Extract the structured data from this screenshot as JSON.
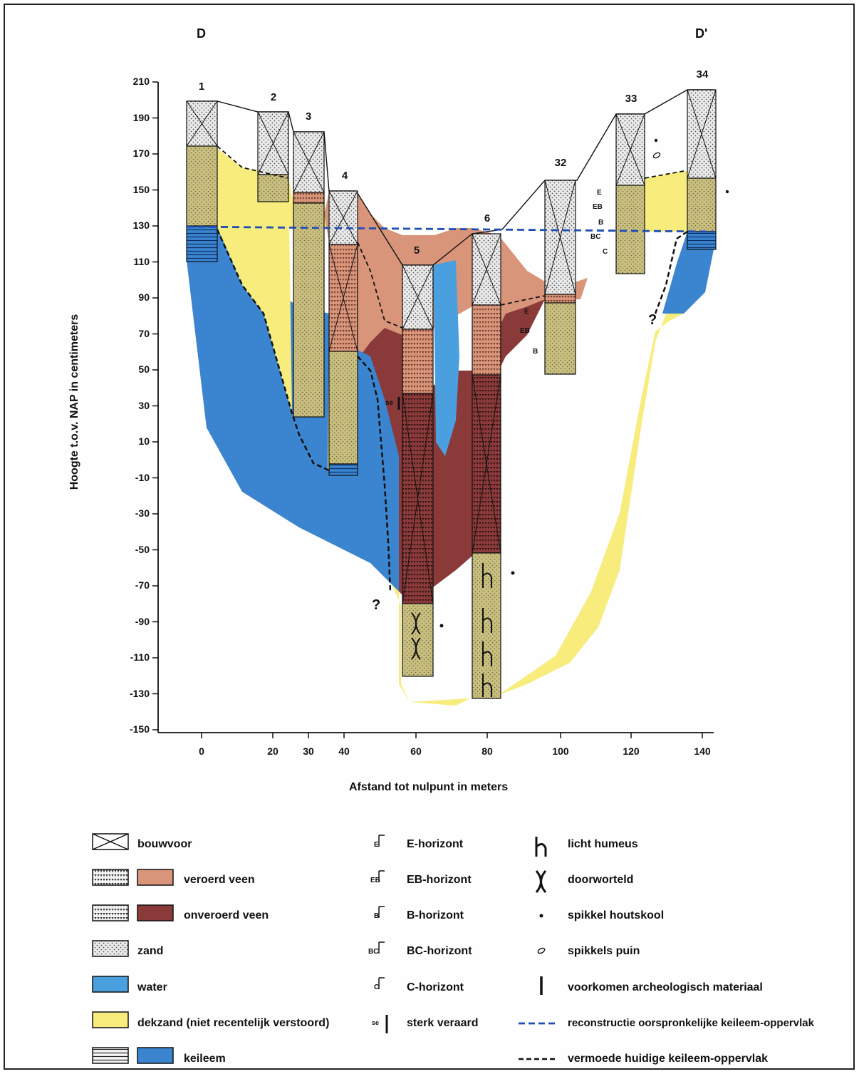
{
  "corner_left": "D",
  "corner_right": "D'",
  "y_axis_label": "Hoogte t.o.v. NAP in centimeters",
  "x_axis_label": "Afstand tot nulpunt in meters",
  "y_ticks": [
    "210",
    "190",
    "170",
    "150",
    "130",
    "110",
    "90",
    "70",
    "50",
    "30",
    "10",
    "-10",
    "-30",
    "-50",
    "-70",
    "-90",
    "-110",
    "-130",
    "-150"
  ],
  "x_ticks": [
    "0",
    "20",
    "30",
    "40",
    "60",
    "80",
    "100",
    "120",
    "140"
  ],
  "borehole_numbers": [
    "1",
    "2",
    "3",
    "4",
    "5",
    "6",
    "32",
    "33",
    "34"
  ],
  "profile_horizons": [
    "E",
    "EB",
    "B",
    "BC",
    "C"
  ],
  "horizons_left": [
    "E",
    "EB",
    "B"
  ],
  "question_mark": "?",
  "se_marker": "se",
  "colors": {
    "veen_veraard": "#d9957a",
    "veen_onveraard": "#8b3a3a",
    "zand": "#e8e8e8",
    "water": "#4a9fdf",
    "dekzand": "#f7ec7c",
    "dekzand_col": "#c9bf80",
    "keileem": "#3b84cf",
    "reconstruction_line": "#1f4fb5"
  },
  "legend": {
    "bouwvoor": "bouwvoor",
    "veraard_veen": "veroerd veen",
    "onveraard_veen": "onveroerd veen",
    "zand": "zand",
    "water": "water",
    "dekzand": "dekzand (niet recentelijk verstoord)",
    "keileem": "keileem",
    "e_horizont": "E-horizont",
    "eb_horizont": "EB-horizont",
    "b_horizont": "B-horizont",
    "bc_horizont": "BC-horizont",
    "c_horizont": "C-horizont",
    "sterk_veraard": "sterk veraard",
    "licht_humeus": "licht humeus",
    "doorworteld": "doorworteld",
    "spikkel_houtskool": "spikkel houtskool",
    "spikkels_puin": "spikkels puin",
    "archeologisch": "voorkomen archeologisch materiaal",
    "reconstructie": "reconstructie oorspronkelijke keileem-oppervlak",
    "vermoede": "vermoede huidige keileem-oppervlak"
  },
  "legend_codes": {
    "e": "E",
    "eb": "EB",
    "b": "B",
    "bc": "BC",
    "c": "C",
    "se": "se"
  }
}
